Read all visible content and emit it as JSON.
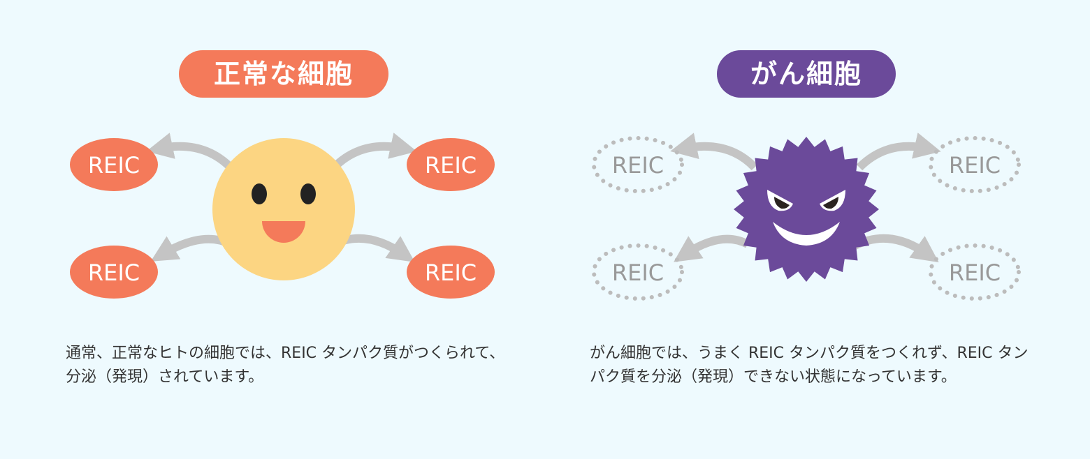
{
  "colors": {
    "background": "#eefafe",
    "normal_accent": "#f47a5a",
    "cancer_accent": "#6b4a9a",
    "normal_cell": "#fcd582",
    "arrow": "#c4c4c4",
    "inactive_reic": "#bcbcbc",
    "inactive_reic_text": "#999999"
  },
  "normal": {
    "title": "正常な細胞",
    "reic_labels": [
      "REIC",
      "REIC",
      "REIC",
      "REIC"
    ],
    "description": "通常、正常なヒトの細胞では、REIC タンパク質がつくられて、分泌（発現）されています。"
  },
  "cancer": {
    "title": "がん細胞",
    "reic_labels": [
      "REIC",
      "REIC",
      "REIC",
      "REIC"
    ],
    "description": "がん細胞では、うまく REIC タンパク質をつくれず、REIC タンパク質を分泌（発現）できない状態になっています。"
  }
}
